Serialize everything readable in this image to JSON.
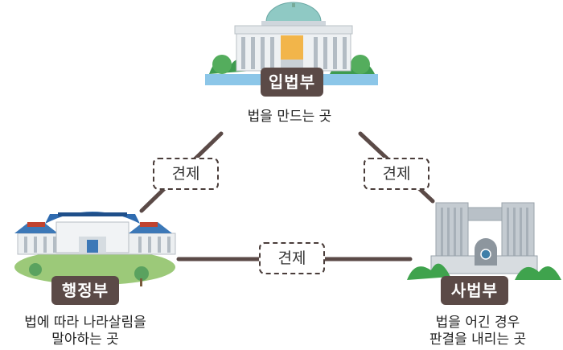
{
  "legislative": {
    "name": "입법부",
    "desc": "법을 만드는 곳"
  },
  "executive": {
    "name": "행정부",
    "desc_line1": "법에 따라 나라살림을",
    "desc_line2": "말아하는 곳"
  },
  "judicial": {
    "name": "사법부",
    "desc_line1": "법을 어긴 경우",
    "desc_line2": "판결을 내리는 곳"
  },
  "checks": {
    "left": "견제",
    "right": "견제",
    "bottom": "견제"
  },
  "colors": {
    "badge": "#5b4a47",
    "line": "#5b4a47",
    "dashed_border": "#4a3d3a",
    "dome": "#8fc9c4",
    "grass": "#9cc979",
    "shrub": "#3fa34d"
  },
  "icons": [
    "national-assembly-building-icon",
    "blue-house-building-icon",
    "supreme-court-building-icon"
  ]
}
